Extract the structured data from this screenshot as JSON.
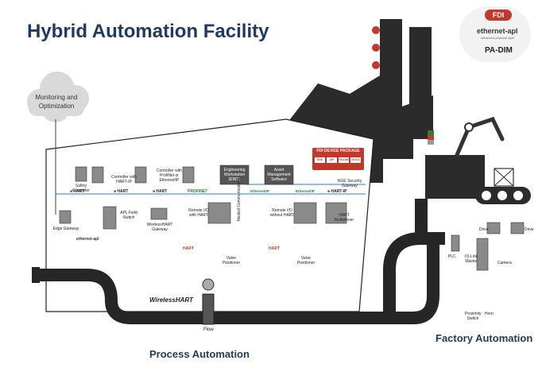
{
  "title": "Hybrid Automation Facility",
  "sections": {
    "process": "Process Automation",
    "factory": "Factory Automation"
  },
  "cloud": {
    "label": "Monitoring and Optimization"
  },
  "logos": {
    "fdi": "FDI",
    "ethernet_apl": "ethernet-apl",
    "ethernet_apl_sub": "advanced physical layer",
    "pa_dim": "PA-DIM"
  },
  "fdi_package": {
    "title": "FDI DEVICE PACKAGE",
    "cells": [
      "EDD",
      "UIP",
      "PA-DIM",
      "DOCS"
    ]
  },
  "devices": {
    "safety_controller": "Safety Controller",
    "controller_hart_ip": "Controller with HART-IP",
    "controller_profinet": "Controller with ProfiNet or Ethernet/IP",
    "engineering_workstation": "Engineering Workstation (EWS)",
    "asset_management": "Asset Management Software",
    "nge_gateway": "NGE Security Gateway",
    "edge_gateway": "Edge Gateway",
    "apl_field_switch": "APL Field Switch",
    "wirelesshart_gateway": "WirelessHART Gateway",
    "remote_io_hart": "Remote I/O with HART",
    "remote_io_without_hart": "Remote I/O without HART",
    "hart_multiplexer": "HART Multiplexer",
    "valve_positioner_1": "Valve Positioner",
    "valve_positioner_2": "Valve Positioner",
    "nested_communications": "Nested Communications",
    "plc": "PLC",
    "io_link_master": "IO-Link Master",
    "camera": "Camera",
    "drive_1": "Drive",
    "drive_2": "Drive",
    "proximity_switch": "Proximity Switch",
    "horn": "Horn",
    "flow": "Flow"
  },
  "labels": {
    "hart": "HART",
    "hart_ip": "HART-IP",
    "ethernet_ip": "Ethernet/IP",
    "wirelesshart": "WirelessHART",
    "profinet": "PROFINET"
  },
  "colors": {
    "title": "#1e3a5f",
    "accent": "#c0392b",
    "pipe": "#262626",
    "factory": "#2b2b2b",
    "bus": "#2a7de1"
  }
}
